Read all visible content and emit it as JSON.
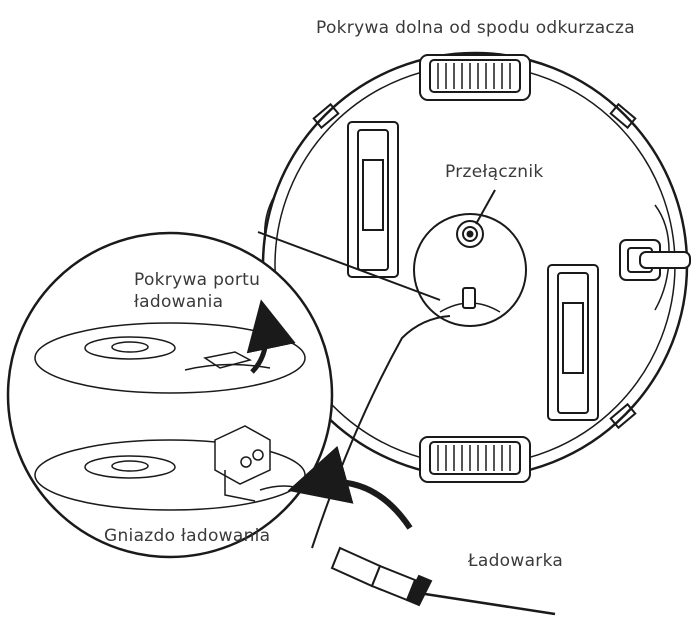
{
  "labels": {
    "bottom_cover": "Pokrywa dolna od spodu odkurzacza",
    "switch": "Przełącznik",
    "port_cover_line1": "Pokrywa portu",
    "port_cover_line2": "ładowania",
    "charging_socket": "Gniazdo ładowania",
    "charger": "Ładowarka"
  },
  "colors": {
    "stroke": "#1a1a1a",
    "text": "#3a3a3a",
    "background": "#ffffff"
  }
}
